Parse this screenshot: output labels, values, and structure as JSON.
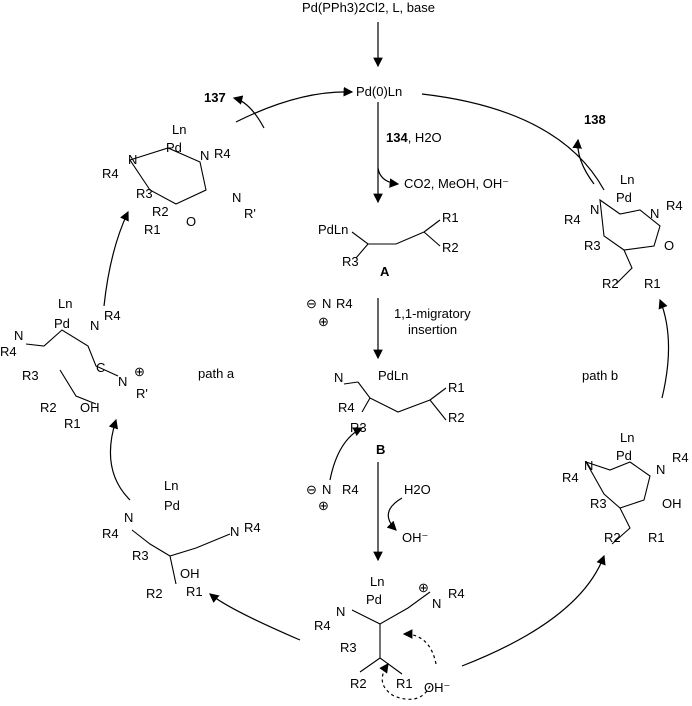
{
  "reagents": {
    "catalyst_line": "Pd(PPh3)2Cl2, L, base"
  },
  "center_top": {
    "pd0": "Pd(0)Ln"
  },
  "step_134": {
    "ref": "134",
    "water": ", H2O",
    "byproducts": "CO2, MeOH, OH⁻"
  },
  "intermediates": {
    "A": "A",
    "B": "B"
  },
  "insertion": {
    "label_line1": "1,1-migratory",
    "label_line2": "insertion"
  },
  "water_step": {
    "water": "H2O",
    "hydroxide": "OH⁻"
  },
  "products": {
    "p137": "137",
    "p138": "138"
  },
  "paths": {
    "a": "path a",
    "b": "path b"
  },
  "atoms": {
    "Pd": "Pd",
    "Ln": "Ln",
    "N": "N",
    "O": "O",
    "OH": "OH",
    "R1": "R1",
    "R2": "R2",
    "R3": "R3",
    "R4": "R4",
    "Rp": "R'",
    "PdLn": "PdLn",
    "OHminus": "OH⁻",
    "plus": "⊕",
    "minus": "⊖",
    "C": "C"
  }
}
